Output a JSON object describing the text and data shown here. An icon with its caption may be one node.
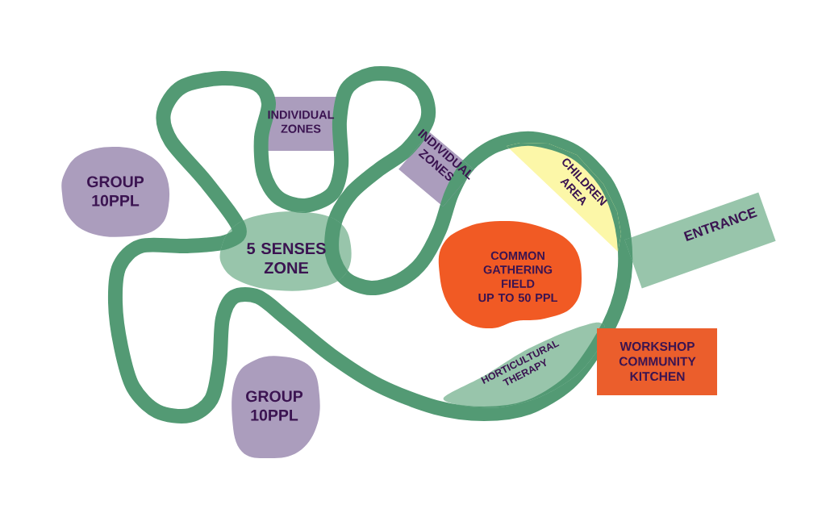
{
  "diagram": {
    "nodes": [
      {
        "text": [
          "INDIVIDUAL ZONES"
        ]
      },
      {
        "text": [
          "GROUP 10PPL"
        ]
      },
      {
        "text": [
          "INDIVIDUAL ZONES"
        ]
      },
      {
        "text": [
          "CHILDREN AREA"
        ]
      },
      {
        "text": [
          "5 SENSES ZONE"
        ]
      },
      {
        "text": [
          "ENTRANCE"
        ]
      },
      {
        "text": [
          "COMMON GATHERING FIELD UP TO 50 PPL"
        ]
      },
      {
        "text": [
          "HORTICULTURAL THERAPY"
        ]
      },
      {
        "text": [
          "WORKSHOP COMMUNITY KITCHEN"
        ]
      },
      {
        "text": [
          "GROUP 10PPL"
        ]
      }
    ]
  }
}
